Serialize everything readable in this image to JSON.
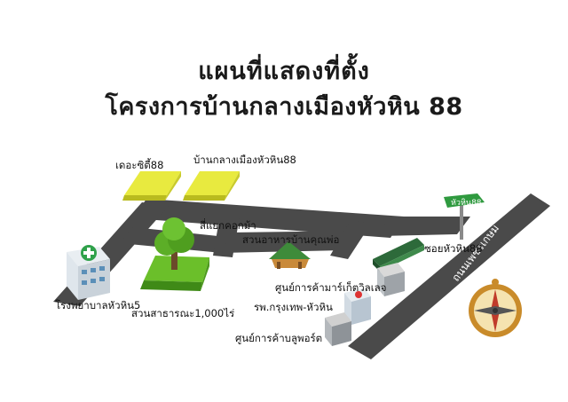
{
  "title": {
    "line1": "แผนที่แสดงที่ตั้ง",
    "line2": "โครงการบ้านกลางเมืองหัวหิน 88"
  },
  "colors": {
    "road": "#4a4a4a",
    "road_dark": "#333333",
    "lot": "#e8ea3f",
    "lot_side": "#b9bb1f",
    "grass": "#6bbf2a",
    "grass_side": "#3f8a17",
    "tree": "#5cae27",
    "sign": "#2f9a3f",
    "text": "#111111"
  },
  "labels": {
    "the_city": "เดอะซิตี้88",
    "project": "บ้านกลางเมืองหัวหิน88",
    "intersection": "สี่แยกคอกม้า",
    "restaurant": "สวนอาหารบ้านคุณพ่อ",
    "soi": "ซอยหัวหิน88",
    "hospital": "โรงพยาบาลหัวหิน5",
    "park": "สวนสาธารณะ1,000ไร่",
    "market": "ศูนย์การค้ามาร์เก็ตวิลเลจ",
    "bangkok_hospital": "รพ.กรุงเทพ-หัวหิน",
    "bluport": "ศูนย์การค้าบลูพอร์ต",
    "highway": "ถนนเพชรเกษม",
    "sign": "หัวหิน88"
  },
  "icons": [
    "compass-icon",
    "hospital-building-icon",
    "tree-icon",
    "signpost-icon",
    "pavilion-icon",
    "train-icon",
    "building-icon"
  ]
}
